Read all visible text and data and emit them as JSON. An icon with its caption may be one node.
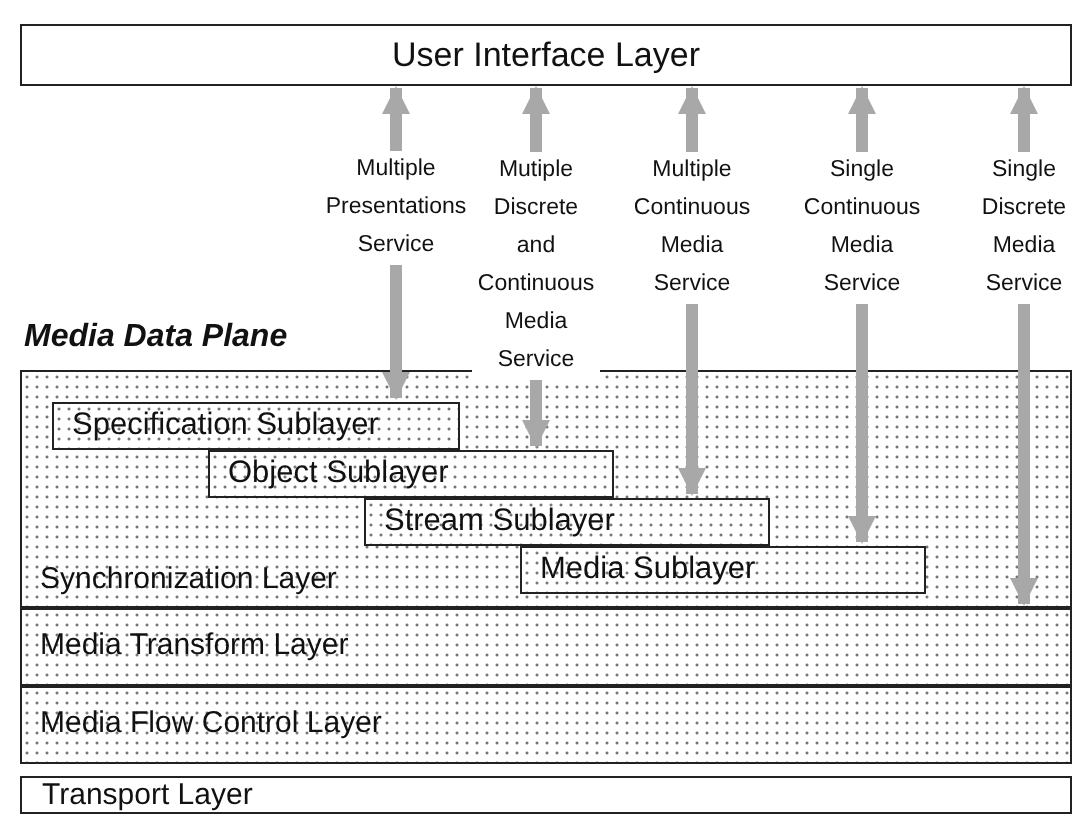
{
  "diagram": {
    "nodes": [
      {
        "text": [
          "User Interface Layer"
        ]
      },
      {
        "text": [
          "Media Data Plane"
        ]
      },
      {
        "text": [
          "Synchronization Layer"
        ],
        "in": 1
      },
      {
        "text": [
          "Specification Sublayer"
        ],
        "in": 2
      },
      {
        "text": [
          "Object Sublayer"
        ],
        "in": 2
      },
      {
        "text": [
          "Stream Sublayer"
        ],
        "in": 2
      },
      {
        "text": [
          "Media Sublayer"
        ],
        "in": 2
      },
      {
        "text": [
          "Media Transform Layer"
        ],
        "in": 1
      },
      {
        "text": [
          "Media Flow Control Layer"
        ],
        "in": 1
      },
      {
        "text": [
          "Transport Layer"
        ]
      }
    ],
    "edges": [
      {
        "from": 0,
        "to": 3,
        "arrow": "both",
        "label": "Multiple Presentations Service"
      },
      {
        "from": 0,
        "to": 4,
        "arrow": "both",
        "label": "Mutiple Discrete and Continuous Media Service"
      },
      {
        "from": 0,
        "to": 5,
        "arrow": "both",
        "label": "Multiple Continuous Media Service"
      },
      {
        "from": 0,
        "to": 6,
        "arrow": "both",
        "label": "Single Continuous Media Service"
      },
      {
        "from": 0,
        "to": 2,
        "arrow": "both",
        "label": "Single Discrete Media Service"
      }
    ]
  }
}
